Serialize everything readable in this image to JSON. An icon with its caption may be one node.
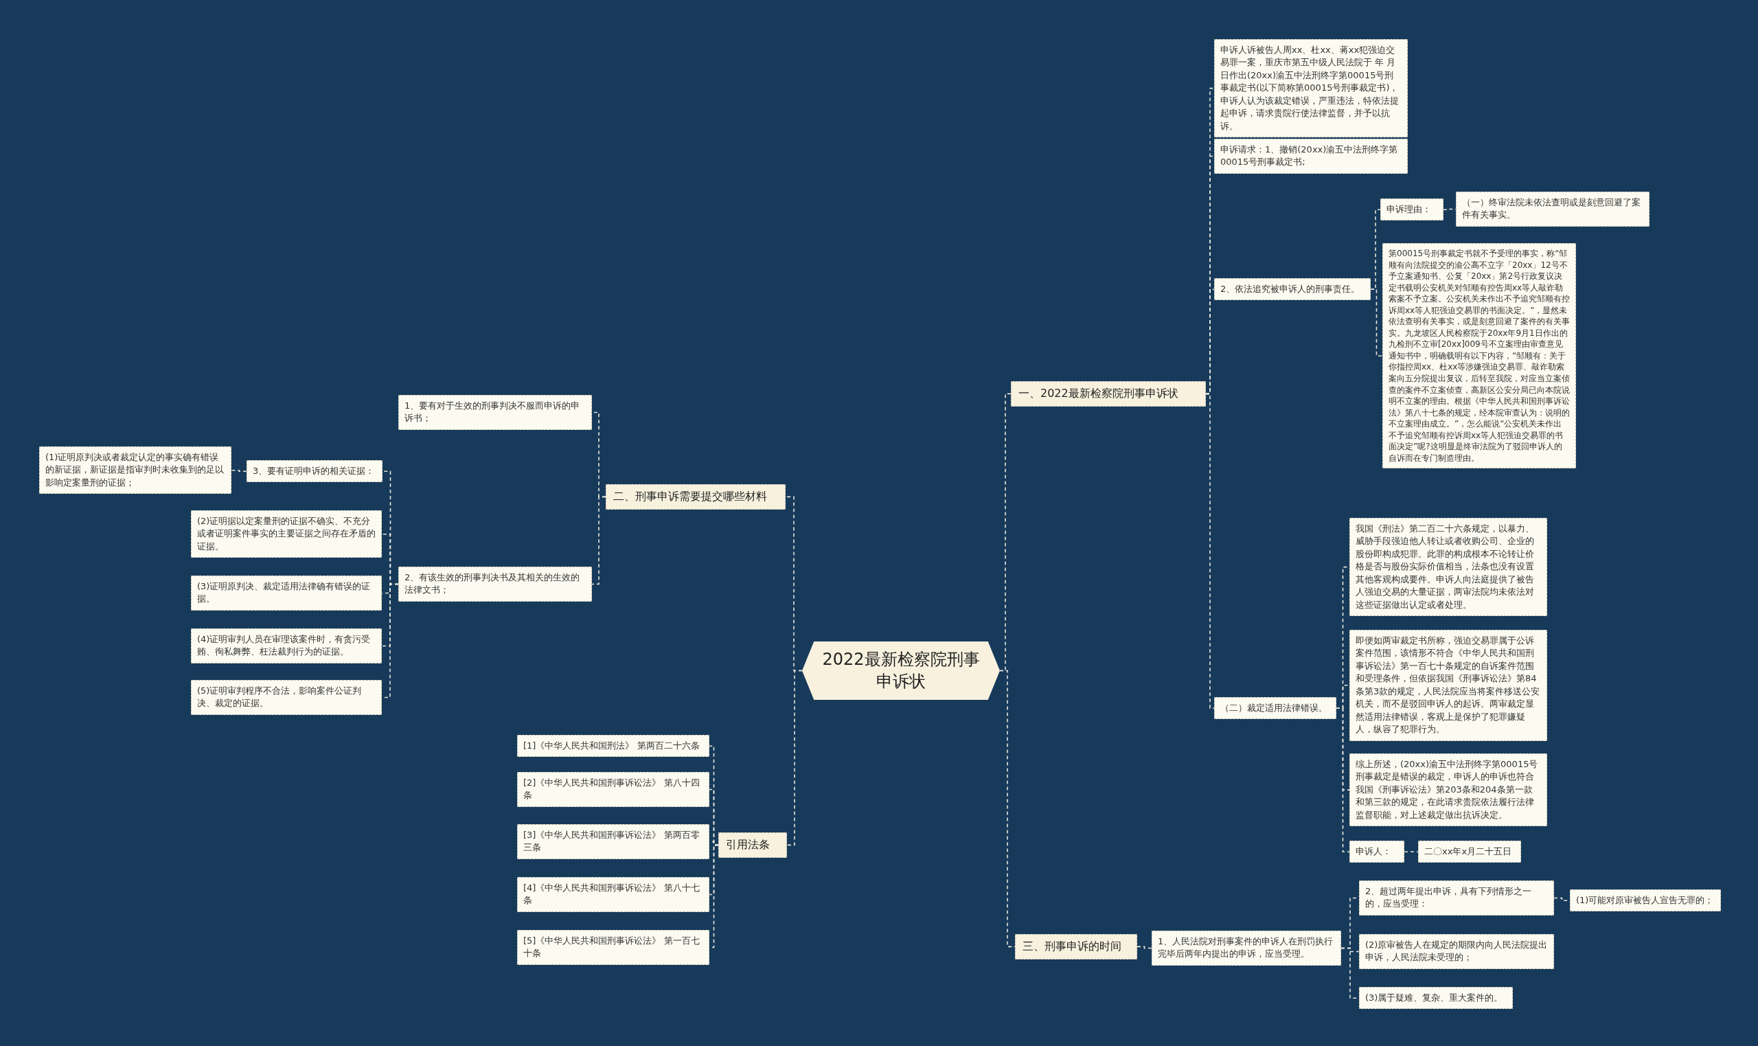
{
  "diagram": {
    "nodes": [
      {
        "text": [
          "2022最新检察院刑事申诉状"
        ]
      },
      {
        "text": [
          "一、2022最新检察院刑事申诉状"
        ]
      },
      {
        "text": [
          "申诉人诉被告人周xx、杜xx、蒋xx犯强迫交易罪一案，重庆市第五中级人民法院于 年 月日作出(20xx)渝五中法刑终字第00015号刑事裁定书(以下简称第00015号刑事裁定书)，申诉人认为该裁定错误，严重违法，特依法提起申诉，请求贵院行使法律监督，并予以抗诉。"
        ]
      },
      {
        "text": [
          "申诉请求：1、撤销(20xx)渝五中法刑终字第00015号刑事裁定书;"
        ]
      },
      {
        "text": [
          "2、依法追究被申诉人的刑事责任。"
        ]
      },
      {
        "text": [
          "申诉理由："
        ]
      },
      {
        "text": [
          "（一）终审法院未依法查明或是刻意回避了案件有关事实。"
        ]
      },
      {
        "text": [
          "第00015号刑事裁定书就不予受理的事实，称“邹顺有向法院提交的渝公高不立字「20xx」12号不予立案通知书、公复「20xx」第2号行政复议决定书载明公安机关对邹顺有控告周xx等人敲诈勒索案不予立案。公安机关未作出不予追究邹顺有控诉周xx等人犯强迫交易罪的书面决定。”，显然未依法查明有关事实，或是刻意回避了案件的有关事实。九龙坡区人民检察院于20xx年9月1日作出的九检刑不立审[20xx]009号不立案理由审查意见通知书中，明确载明有以下内容，“邹顺有：关于你指控周xx、杜xx等涉嫌强迫交易罪、敲诈勒索案向五分院提出复议，后转至我院，对应当立案侦查的案件不立案侦查，高新区公安分局已向本院说明不立案的理由。根据《中华人民共和国刑事诉讼法》第八十七条的规定，经本院审查认为：说明的不立案理由成立。”，怎么能说“公安机关未作出不予追究邹顺有控诉周xx等人犯强迫交易罪的书面决定”呢?这明显是终审法院为了驳回申诉人的自诉而在专门制造理由。"
        ]
      },
      {
        "text": [
          "（二）裁定适用法律错误。"
        ]
      },
      {
        "text": [
          "我国《刑法》第二百二十六条规定，以暴力、威胁手段强迫他人转让或者收购公司、企业的股份即构成犯罪。此罪的构成根本不论转让价格是否与股份实际价值相当，法条也没有设置其他客观构成要件。申诉人向法庭提供了被告人强迫交易的大量证据，两审法院均未依法对这些证据做出认定或者处理。"
        ]
      },
      {
        "text": [
          "即便如两审裁定书所称，强迫交易罪属于公诉案件范围，该情形不符合《中华人民共和国刑事诉讼法》第一百七十条规定的自诉案件范围和受理条件，但依据我国《刑事诉讼法》第84条第3款的规定，人民法院应当将案件移送公安机关，而不是驳回申诉人的起诉。两审裁定显然适用法律错误，客观上是保护了犯罪嫌疑人，纵容了犯罪行为。"
        ]
      },
      {
        "text": [
          "综上所述，(20xx)渝五中法刑终字第00015号刑事裁定是错误的裁定，申诉人的申诉也符合我国《刑事诉讼法》第203条和204条第一款和第三款的规定，在此请求贵院依法履行法律监督职能，对上述裁定做出抗诉决定。"
        ]
      },
      {
        "text": [
          "申诉人："
        ]
      },
      {
        "text": [
          "二〇xx年x月二十五日"
        ]
      },
      {
        "text": [
          "三、刑事申诉的时间"
        ]
      },
      {
        "text": [
          "1、人民法院对刑事案件的申诉人在刑罚执行完毕后两年内提出的申诉，应当受理。"
        ]
      },
      {
        "text": [
          "2、超过两年提出申诉，具有下列情形之一的，应当受理："
        ]
      },
      {
        "text": [
          "(1)可能对原审被告人宣告无罪的；"
        ]
      },
      {
        "text": [
          "(2)原审被告人在规定的期限内向人民法院提出申诉，人民法院未受理的；"
        ]
      },
      {
        "text": [
          "(3)属于疑难、复杂、重大案件的。"
        ]
      },
      {
        "text": [
          "二、刑事申诉需要提交哪些材料"
        ]
      },
      {
        "text": [
          "1、要有对于生效的刑事判决不服而申诉的申诉书；"
        ]
      },
      {
        "text": [
          "2、有该生效的刑事判决书及其相关的生效的法律文书；"
        ]
      },
      {
        "text": [
          "3、要有证明申诉的相关证据："
        ]
      },
      {
        "text": [
          "(1)证明原判决或者裁定认定的事实确有错误的新证据，新证据是指审判时未收集到的足以影响定案量刑的证据；"
        ]
      },
      {
        "text": [
          "(2)证明据以定案量刑的证据不确实、不充分或者证明案件事实的主要证据之间存在矛盾的证据。"
        ]
      },
      {
        "text": [
          "(3)证明原判决、裁定适用法律确有错误的证据。"
        ]
      },
      {
        "text": [
          "(4)证明审判人员在审理该案件时，有贪污受贿、徇私舞弊、枉法裁判行为的证据。"
        ]
      },
      {
        "text": [
          "(5)证明审判程序不合法，影响案件公证判决、裁定的证据。"
        ]
      },
      {
        "text": [
          "引用法条"
        ]
      },
      {
        "text": [
          "[1]《中华人民共和国刑法》 第两百二十六条"
        ]
      },
      {
        "text": [
          "[2]《中华人民共和国刑事诉讼法》 第八十四条"
        ]
      },
      {
        "text": [
          "[3]《中华人民共和国刑事诉讼法》 第两百零三条"
        ]
      },
      {
        "text": [
          "[4]《中华人民共和国刑事诉讼法》 第八十七条"
        ]
      },
      {
        "text": [
          "[5]《中华人民共和国刑事诉讼法》 第一百七十条"
        ]
      }
    ],
    "edges": [
      {
        "from": 0,
        "to": 1,
        "arrow": "none"
      },
      {
        "from": 1,
        "to": 2,
        "arrow": "none"
      },
      {
        "from": 1,
        "to": 3,
        "arrow": "none"
      },
      {
        "from": 1,
        "to": 4,
        "arrow": "none"
      },
      {
        "from": 4,
        "to": 5,
        "arrow": "none"
      },
      {
        "from": 5,
        "to": 6,
        "arrow": "none"
      },
      {
        "from": 4,
        "to": 7,
        "arrow": "none"
      },
      {
        "from": 1,
        "to": 8,
        "arrow": "none"
      },
      {
        "from": 8,
        "to": 9,
        "arrow": "none"
      },
      {
        "from": 8,
        "to": 10,
        "arrow": "none"
      },
      {
        "from": 8,
        "to": 11,
        "arrow": "none"
      },
      {
        "from": 8,
        "to": 12,
        "arrow": "none"
      },
      {
        "from": 12,
        "to": 13,
        "arrow": "none"
      },
      {
        "from": 0,
        "to": 14,
        "arrow": "none"
      },
      {
        "from": 14,
        "to": 15,
        "arrow": "none"
      },
      {
        "from": 15,
        "to": 16,
        "arrow": "none"
      },
      {
        "from": 16,
        "to": 17,
        "arrow": "none"
      },
      {
        "from": 15,
        "to": 18,
        "arrow": "none"
      },
      {
        "from": 15,
        "to": 19,
        "arrow": "none"
      },
      {
        "from": 0,
        "to": 20,
        "arrow": "none"
      },
      {
        "from": 20,
        "to": 21,
        "arrow": "none"
      },
      {
        "from": 20,
        "to": 22,
        "arrow": "none"
      },
      {
        "from": 22,
        "to": 23,
        "arrow": "none"
      },
      {
        "from": 23,
        "to": 24,
        "arrow": "none"
      },
      {
        "from": 22,
        "to": 25,
        "arrow": "none"
      },
      {
        "from": 22,
        "to": 26,
        "arrow": "none"
      },
      {
        "from": 22,
        "to": 27,
        "arrow": "none"
      },
      {
        "from": 22,
        "to": 28,
        "arrow": "none"
      },
      {
        "from": 0,
        "to": 29,
        "arrow": "none"
      },
      {
        "from": 29,
        "to": 30,
        "arrow": "none"
      },
      {
        "from": 29,
        "to": 31,
        "arrow": "none"
      },
      {
        "from": 29,
        "to": 32,
        "arrow": "none"
      },
      {
        "from": 29,
        "to": 33,
        "arrow": "none"
      },
      {
        "from": 29,
        "to": 34,
        "arrow": "none"
      }
    ]
  }
}
